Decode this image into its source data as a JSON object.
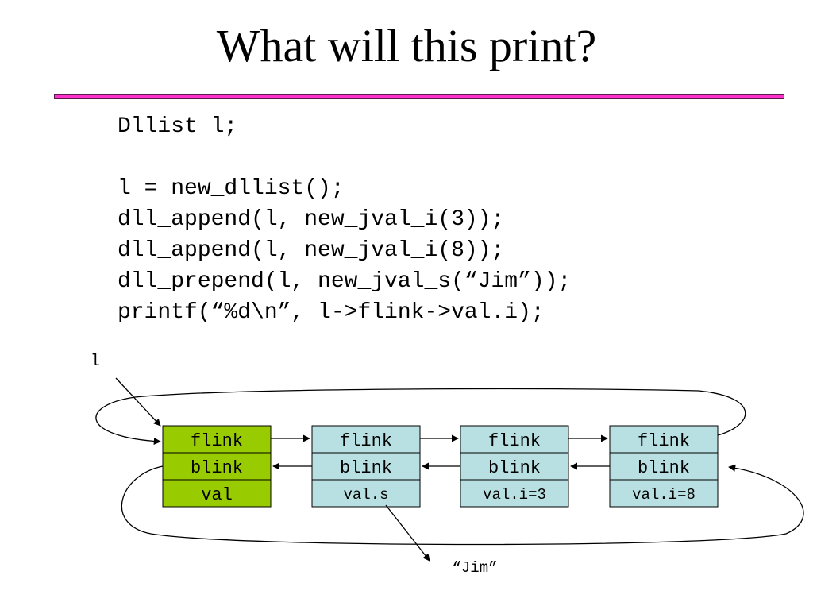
{
  "title": "What will this print?",
  "code": [
    "Dllist l;",
    "",
    "l = new_dllist();",
    "dll_append(l, new_jval_i(3));",
    "dll_append(l, new_jval_i(8));",
    "dll_prepend(l, new_jval_s(“Jim”));",
    "printf(“%d\\n”, l->flink->val.i);"
  ],
  "list_variable_label": "l",
  "nodes": [
    {
      "fields": [
        "flink",
        "blink",
        "val"
      ],
      "color": "#99cc00"
    },
    {
      "fields": [
        "flink",
        "blink",
        "val.s"
      ],
      "color": "#b8e0e2"
    },
    {
      "fields": [
        "flink",
        "blink",
        "val.i=3"
      ],
      "color": "#b8e0e2"
    },
    {
      "fields": [
        "flink",
        "blink",
        "val.i=8"
      ],
      "color": "#b8e0e2"
    }
  ],
  "string_target_label": "“Jim”",
  "colors": {
    "title_rule": "#ff33cc",
    "sentinel_node": "#99cc00",
    "list_node": "#b8e0e2"
  }
}
